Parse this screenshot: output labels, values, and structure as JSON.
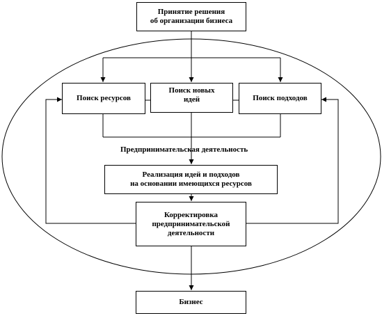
{
  "diagram": {
    "decision": "Принятие решения\nоб организации бизнеса",
    "search_resources": "Поиск ресурсов",
    "search_ideas": "Поиск новых\nидей",
    "search_approaches": "Поиск подходов",
    "activity_label": "Предпринимательская деятельность",
    "realization": "Реализация идей и подходов\nна основании имеющихся ресурсов",
    "correction": "Корректировка\nпредпринимательской\nдеятельности",
    "business": "Бизнес"
  }
}
